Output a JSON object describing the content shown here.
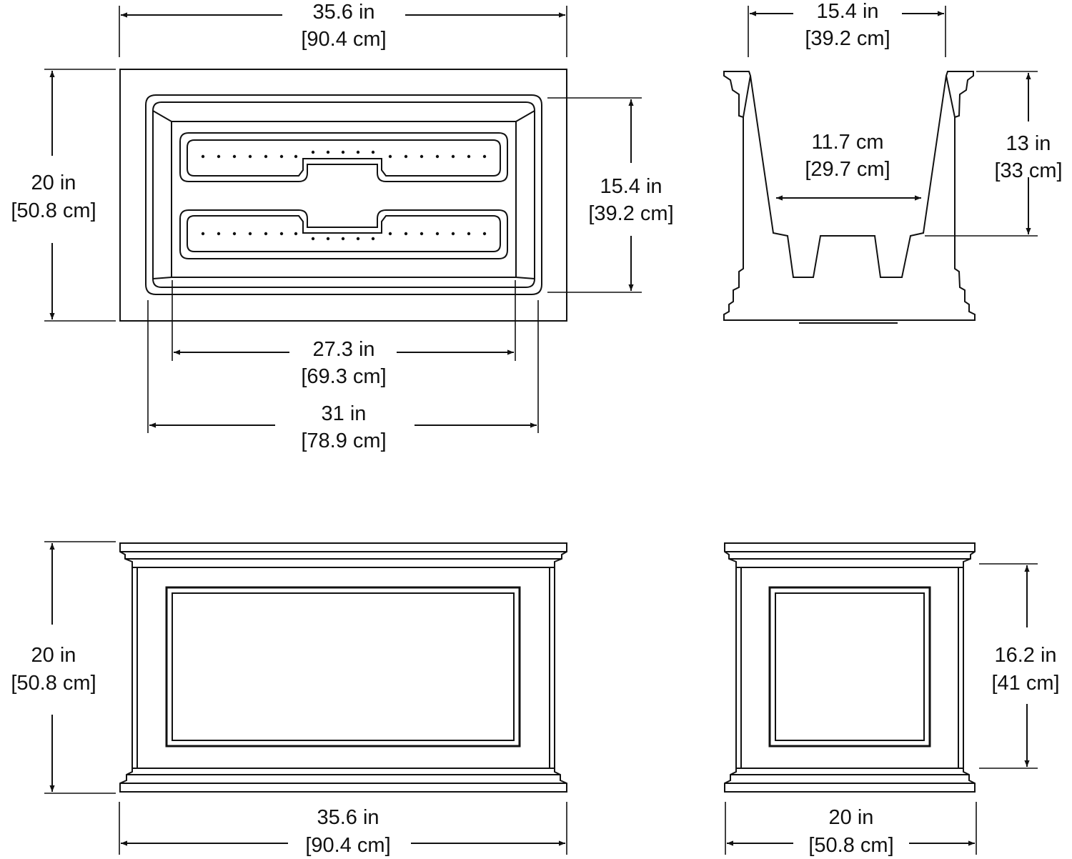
{
  "top_view": {
    "overall_width": {
      "in": "35.6 in",
      "cm": "[90.4 cm]"
    },
    "overall_depth": {
      "in": "20 in",
      "cm": "[50.8 cm]"
    },
    "inner_depth": {
      "in": "15.4 in",
      "cm": "[39.2 cm]"
    },
    "inner_width": {
      "in": "27.3 in",
      "cm": "[69.3 cm]"
    },
    "opening_width": {
      "in": "31 in",
      "cm": "[78.9 cm]"
    }
  },
  "cross_section": {
    "top_width": {
      "in": "15.4 in",
      "cm": "[39.2 cm]"
    },
    "reservoir_width": {
      "in": "11.7 cm",
      "cm": "[29.7 cm]"
    },
    "soil_depth": {
      "in": "13 in",
      "cm": "[33 cm]"
    }
  },
  "front_view": {
    "height": {
      "in": "20 in",
      "cm": "[50.8 cm]"
    },
    "width": {
      "in": "35.6 in",
      "cm": "[90.4 cm]"
    }
  },
  "side_view": {
    "panel_height": {
      "in": "16.2 in",
      "cm": "[41 cm]"
    },
    "width": {
      "in": "20 in",
      "cm": "[50.8 cm]"
    }
  },
  "colors": {
    "line": "#111111",
    "background": "#ffffff"
  }
}
